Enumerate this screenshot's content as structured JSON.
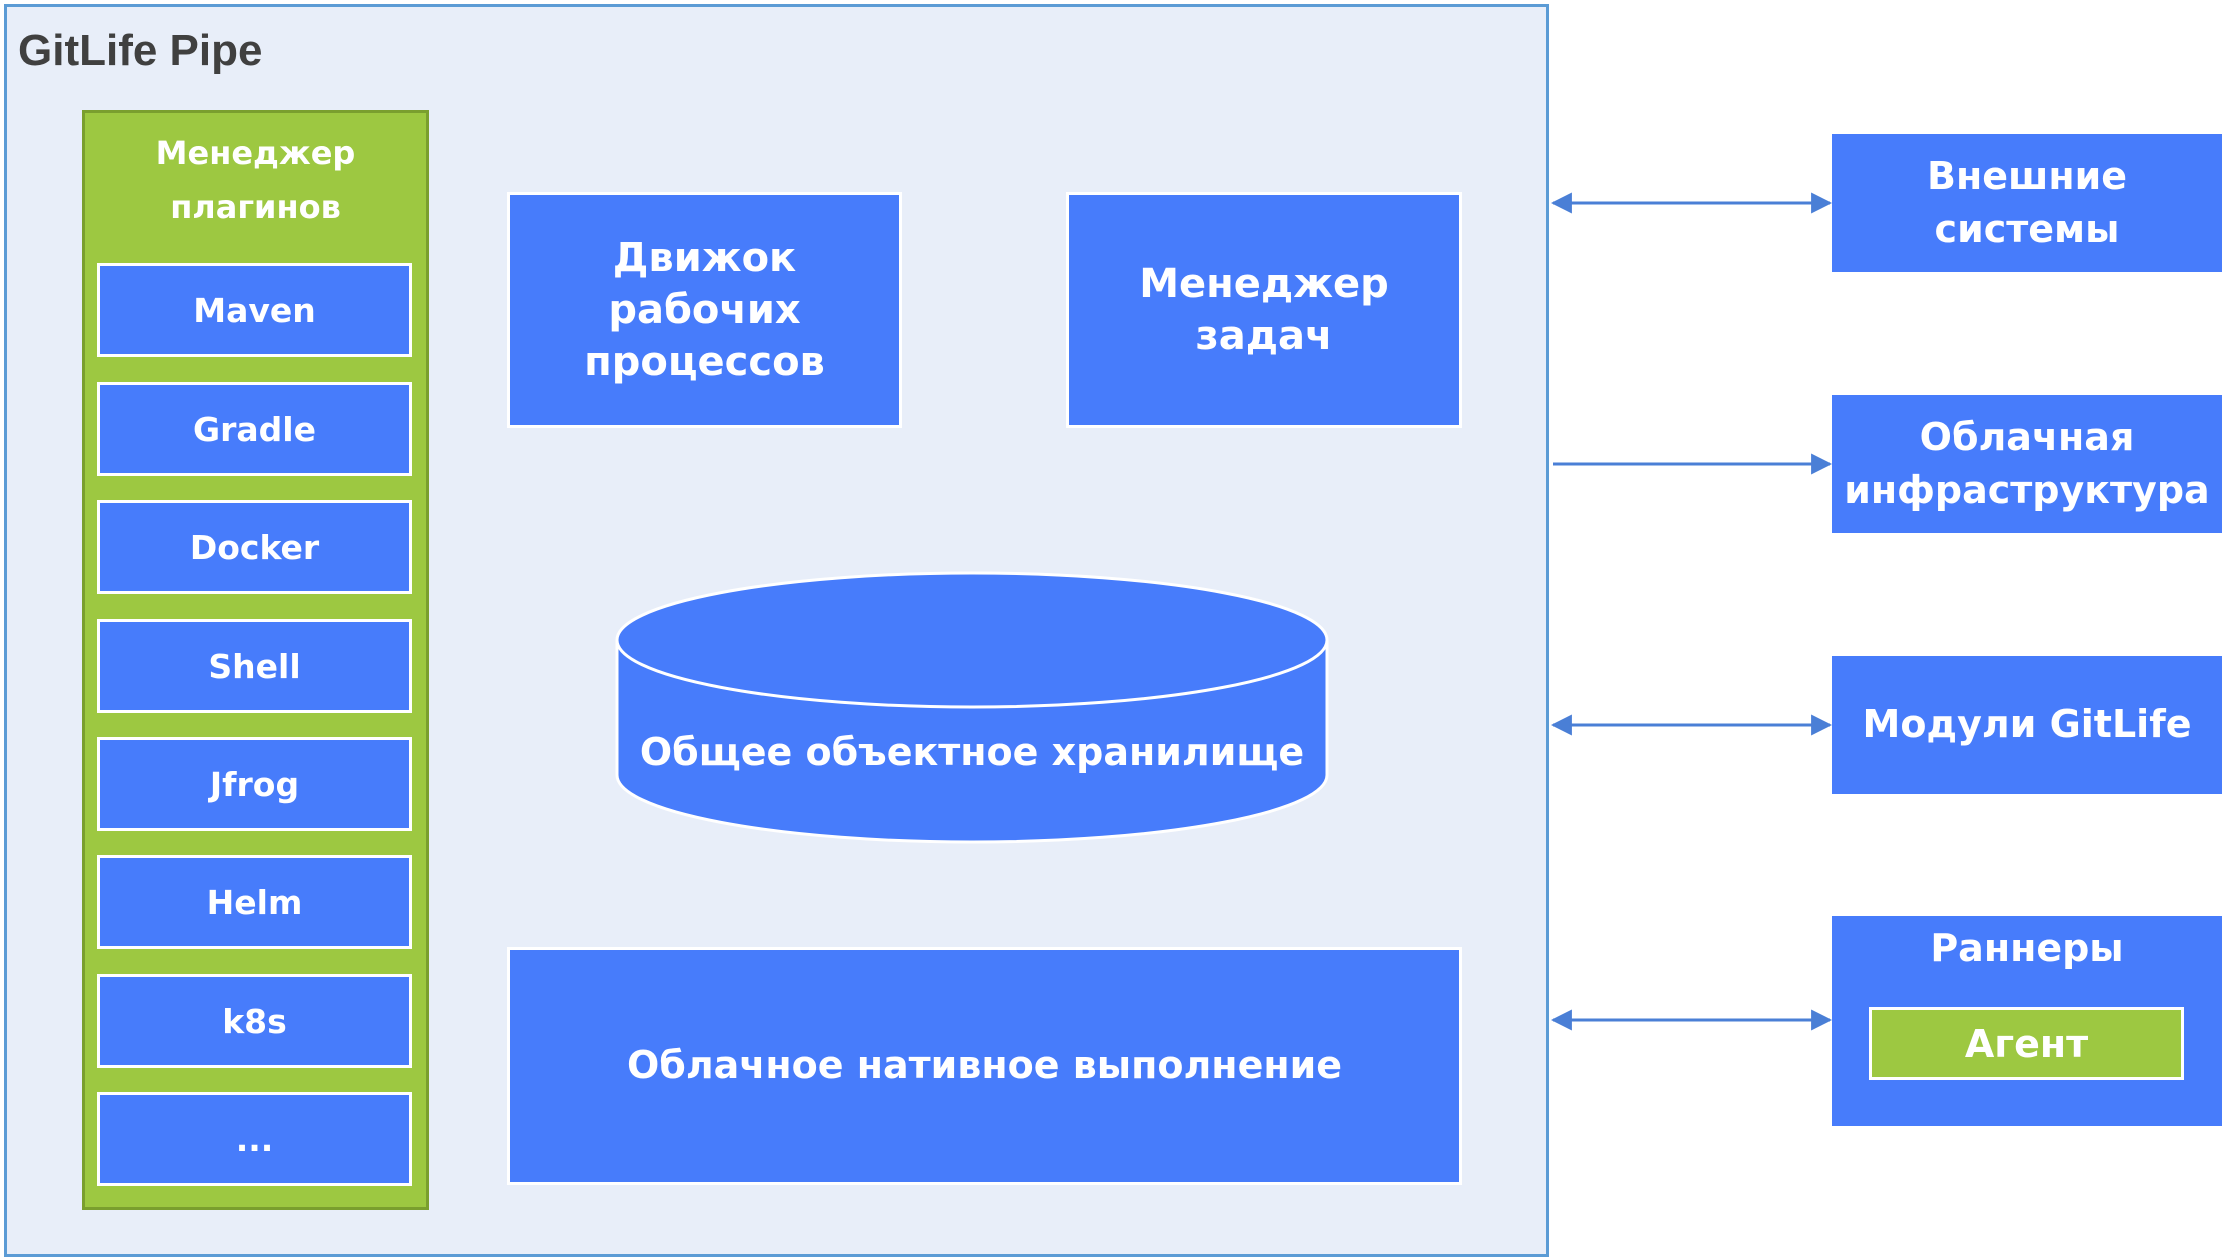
{
  "title": "GitLife Pipe",
  "plugin_manager": {
    "title": "Менеджер плагинов",
    "items": [
      "Maven",
      "Gradle",
      "Docker",
      "Shell",
      "Jfrog",
      "Helm",
      "k8s",
      "..."
    ]
  },
  "core": {
    "workflow_engine": "Движок рабочих процессов",
    "task_manager": "Менеджер задач",
    "object_storage": "Общее объектное хранилище",
    "cloud_native_execution": "Облачное нативное выполнение"
  },
  "external": {
    "external_systems": "Внешние системы",
    "cloud_infrastructure": "Облачная инфраструктура",
    "gitlife_modules": "Модули GitLife",
    "runners": "Раннеры",
    "agent": "Агент"
  },
  "colors": {
    "frame_bg": "#e8eef9",
    "frame_border": "#5b9bd5",
    "box_blue": "#477cfb",
    "plugin_green": "#9dc841",
    "arrow": "#4a7fd6"
  }
}
